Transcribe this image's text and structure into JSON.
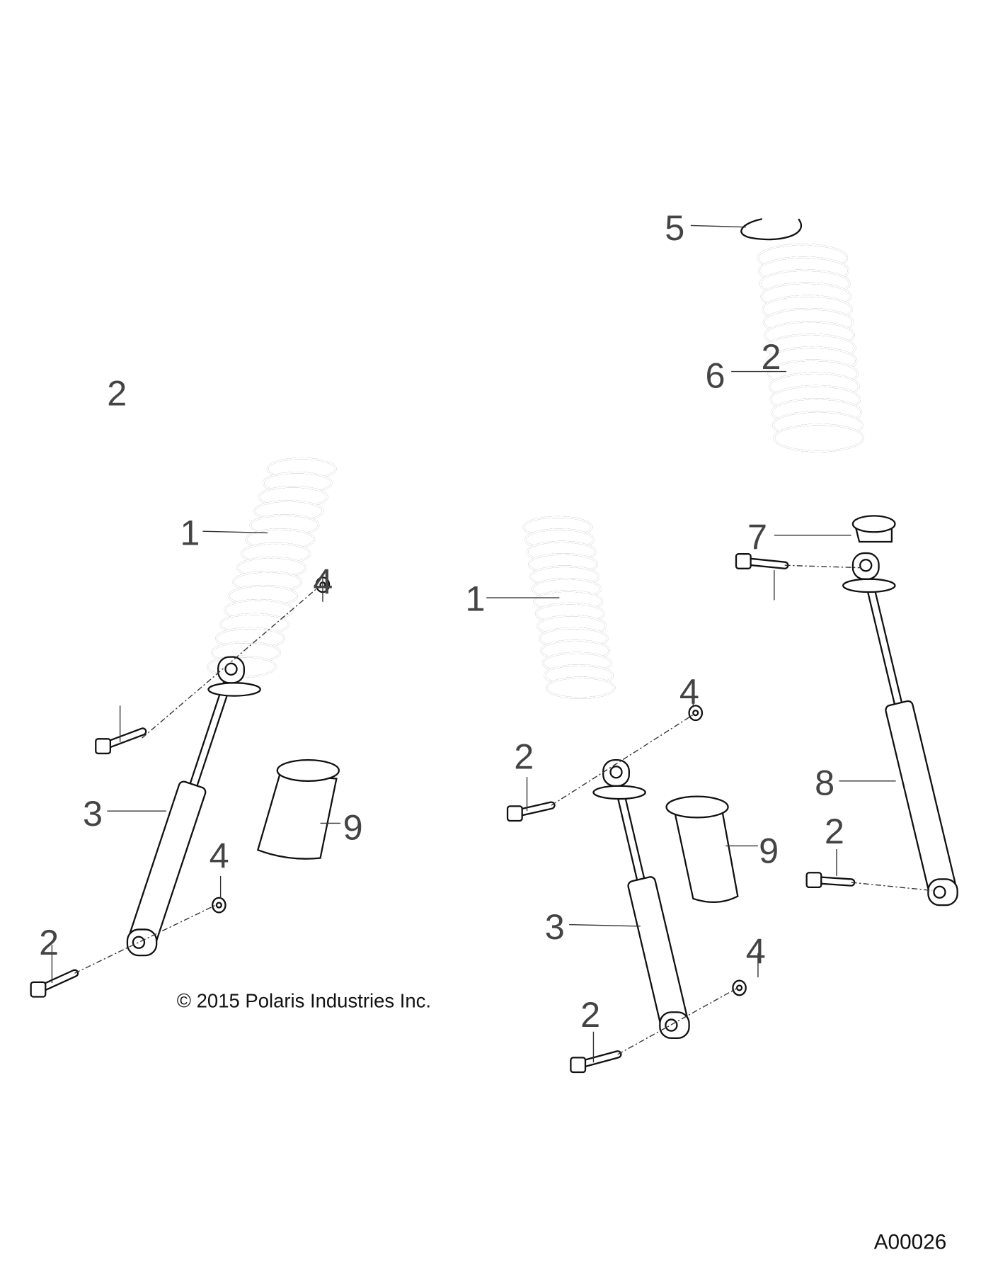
{
  "diagram": {
    "callouts": [
      "5",
      "6",
      "1",
      "4",
      "2",
      "3",
      "9",
      "4",
      "2",
      "1",
      "4",
      "2",
      "9",
      "3",
      "4",
      "2",
      "7",
      "2",
      "8",
      "2"
    ],
    "copyright": "© 2015 Polaris Industries Inc.",
    "figure_code": "A00026"
  }
}
